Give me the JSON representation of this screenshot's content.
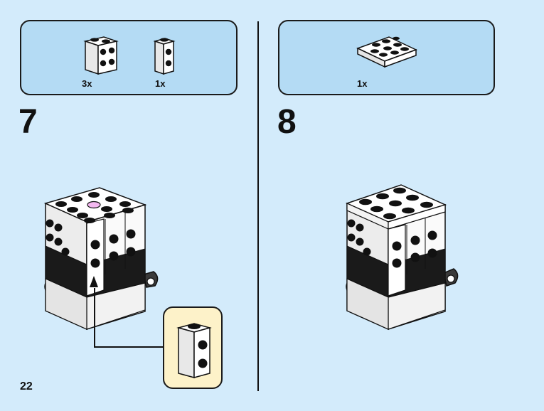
{
  "page_number": "22",
  "steps": [
    {
      "number": "7",
      "parts": [
        {
          "name": "brick-1x2-white-studs-on-side",
          "qty": "3x"
        },
        {
          "name": "brick-1x1-white-studs-on-side",
          "qty": "1x"
        }
      ]
    },
    {
      "number": "8",
      "parts": [
        {
          "name": "plate-3x3-white",
          "qty": "1x"
        }
      ]
    }
  ],
  "colors": {
    "background": "#d3ebfb",
    "parts_box": "#b4dbf4",
    "callout": "#fdf2c9",
    "highlight_stud": "#f4b8f0"
  }
}
